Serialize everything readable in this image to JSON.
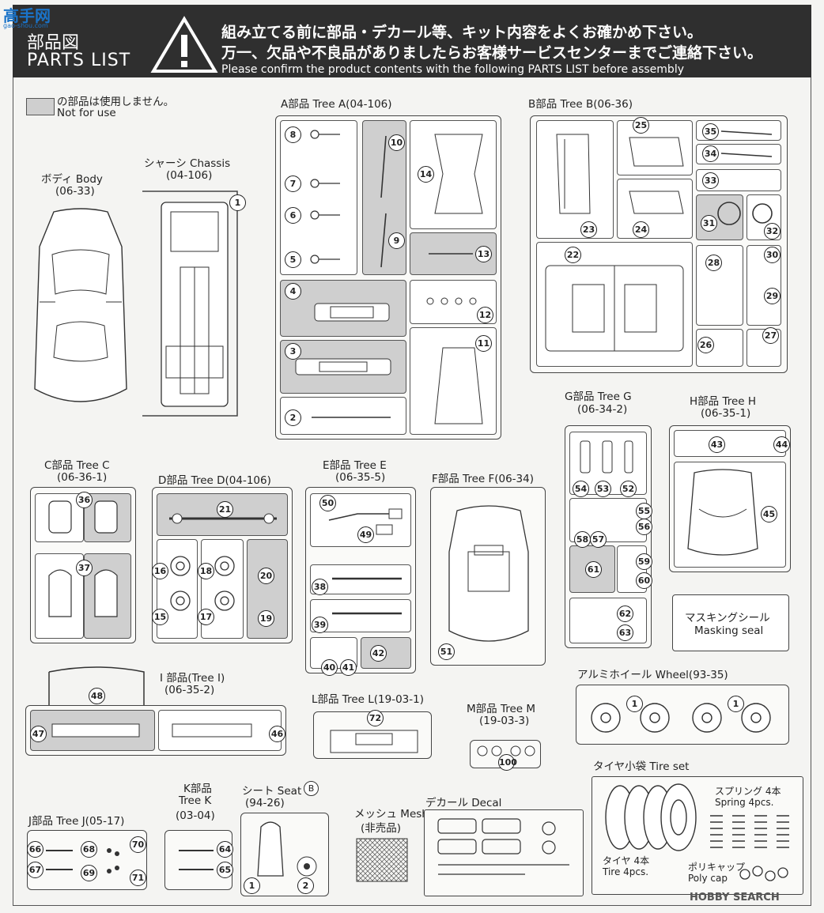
{
  "header": {
    "title_jp": "部品図",
    "title_en": "PARTS LIST",
    "warning_jp_1": "組み立てる前に部品・デカール等、キット内容をよくお確かめ下さい。",
    "warning_jp_2": "万一、欠品や不良品がありましたらお客様サービスセンターまでご連絡下さい。",
    "warning_en": "Please confirm the product contents with the following PARTS LIST before assembly"
  },
  "legend": {
    "jp": "の部品は使用しません。",
    "en": "Not for use"
  },
  "logo": {
    "text": "高手网",
    "sub": "gao-shou.com"
  },
  "watermark": "HOBBY SEARCH",
  "groups": {
    "body": {
      "jp": "ボディ Body",
      "code": "(06-33)"
    },
    "chassis": {
      "jp": "シャーシ Chassis",
      "code": "(04-106)"
    },
    "tree_a": {
      "jp": "A部品 Tree A(04-106)"
    },
    "tree_b": {
      "jp": "B部品 Tree B(06-36)"
    },
    "tree_c": {
      "jp": "C部品 Tree C",
      "code": "(06-36-1)"
    },
    "tree_d": {
      "jp": "D部品 Tree D(04-106)"
    },
    "tree_e": {
      "jp": "E部品 Tree E",
      "code": "(06-35-5)"
    },
    "tree_f": {
      "jp": "F部品 Tree F(06-34)"
    },
    "tree_g": {
      "jp": "G部品 Tree G",
      "code": "(06-34-2)"
    },
    "tree_h": {
      "jp": "H部品 Tree H",
      "code": "(06-35-1)"
    },
    "tree_i": {
      "jp": "I 部品(Tree I)",
      "code": "(06-35-2)"
    },
    "tree_l": {
      "jp": "L部品 Tree L(19-03-1)"
    },
    "tree_m": {
      "jp": "M部品 Tree M",
      "code": "(19-03-3)"
    },
    "wheel": {
      "jp": "アルミホイール Wheel(93-35)"
    },
    "masking": {
      "jp": "マスキングシール",
      "en": "Masking seal"
    },
    "tree_j": {
      "jp": "J部品 Tree J(05-17)"
    },
    "tree_k": {
      "jp": "K部品",
      "en": "Tree K",
      "code": "(03-04)"
    },
    "seat": {
      "jp": "シート Seat",
      "mark": "B",
      "code": "(94-26)"
    },
    "mesh": {
      "jp": "メッシュ Mesh",
      "note": "(非売品)"
    },
    "decal": {
      "jp": "デカール Decal"
    },
    "tire_set": {
      "jp": "タイヤ小袋 Tire set",
      "spring_jp": "スプリング 4本",
      "spring_en": "Spring 4pcs.",
      "tire_jp": "タイヤ 4本",
      "tire_en": "Tire 4pcs.",
      "cap_jp": "ポリキャップ",
      "cap_en": "Poly cap"
    }
  },
  "numbers": {
    "n1": "1",
    "n2": "2",
    "n3": "3",
    "n4": "4",
    "n5": "5",
    "n6": "6",
    "n7": "7",
    "n8": "8",
    "n9": "9",
    "n10": "10",
    "n11": "11",
    "n12": "12",
    "n13": "13",
    "n14": "14",
    "n15": "15",
    "n16": "16",
    "n17": "17",
    "n18": "18",
    "n19": "19",
    "n20": "20",
    "n21": "21",
    "n22": "22",
    "n23": "23",
    "n24": "24",
    "n25": "25",
    "n26": "26",
    "n27": "27",
    "n28": "28",
    "n29": "29",
    "n30": "30",
    "n31": "31",
    "n32": "32",
    "n33": "33",
    "n34": "34",
    "n35": "35",
    "n36": "36",
    "n37": "37",
    "n38": "38",
    "n39": "39",
    "n40": "40",
    "n41": "41",
    "n42": "42",
    "n43": "43",
    "n44": "44",
    "n45": "45",
    "n46": "46",
    "n47": "47",
    "n48": "48",
    "n49": "49",
    "n50": "50",
    "n51": "51",
    "n52": "52",
    "n53": "53",
    "n54": "54",
    "n55": "55",
    "n56": "56",
    "n57": "57",
    "n58": "58",
    "n59": "59",
    "n60": "60",
    "n61": "61",
    "n62": "62",
    "n63": "63",
    "n64": "64",
    "n65": "65",
    "n66": "66",
    "n67": "67",
    "n68": "68",
    "n69": "69",
    "n70": "70",
    "n71": "71",
    "n72": "72",
    "n100": "100"
  },
  "colors": {
    "header_bg": "#2f2f2f",
    "unused_grey": "#cfcfcf"
  }
}
